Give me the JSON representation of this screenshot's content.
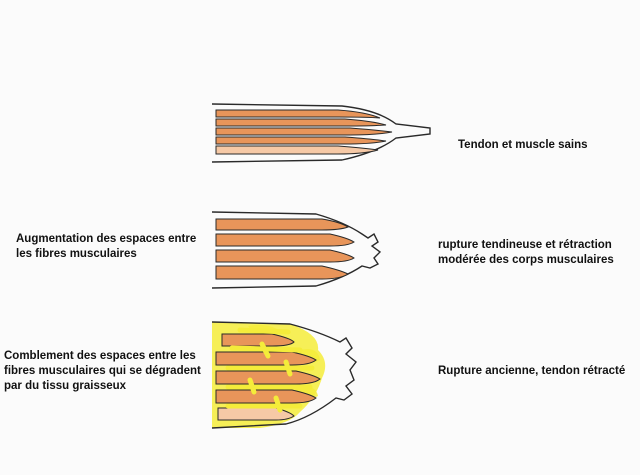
{
  "labels": {
    "healthy": "Tendon et muscle sains",
    "moderate_left": "Augmentation des espaces entre\nles fibres musculaires",
    "moderate_right": "rupture tendineuse et rétraction\nmodérée des corps musculaires",
    "chronic_left": "Comblement des espaces entre les\nfibres musculaires qui se dégradent\npar du tissu graisseux",
    "chronic_right": "Rupture ancienne, tendon rétracté"
  },
  "colors": {
    "fiber": "#e8955a",
    "fiber_light": "#f6c9a6",
    "outline": "#2a2a2a",
    "fat": "#f4ec3a",
    "fat_light": "#f8f39a",
    "background": "#fbfbfb"
  }
}
